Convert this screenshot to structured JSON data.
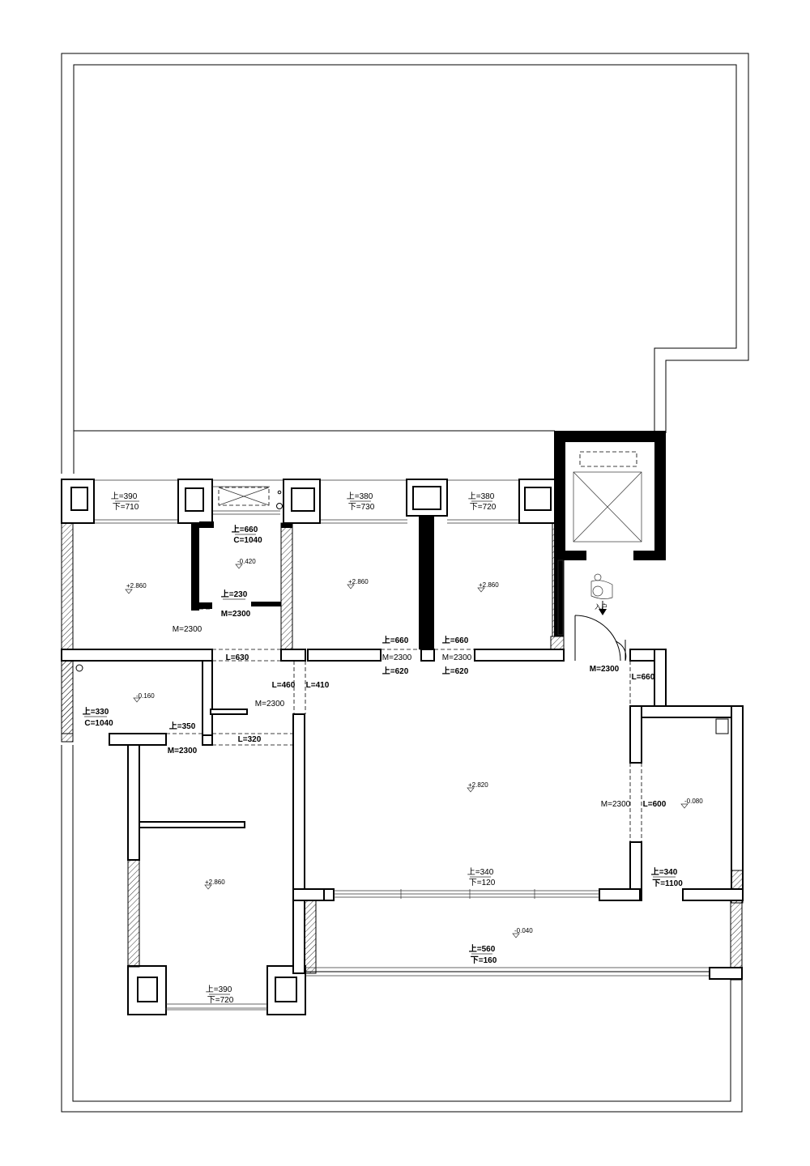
{
  "openings": [
    {
      "id": "w1a",
      "text": "上=390"
    },
    {
      "id": "w1b",
      "text": "下=710"
    },
    {
      "id": "w2a",
      "text": "上=380"
    },
    {
      "id": "w2b",
      "text": "下=730"
    },
    {
      "id": "w3a",
      "text": "上=380"
    },
    {
      "id": "w3b",
      "text": "下=720"
    },
    {
      "id": "w4a",
      "text": "上=660"
    },
    {
      "id": "w4b",
      "text": "C=1040"
    },
    {
      "id": "w5a",
      "text": "上=230"
    },
    {
      "id": "w5b",
      "text": "M=2300"
    },
    {
      "id": "w6",
      "text": "M=2300"
    },
    {
      "id": "w7",
      "text": "L=630"
    },
    {
      "id": "w8a",
      "text": "上=660"
    },
    {
      "id": "w8b",
      "text": "M=2300"
    },
    {
      "id": "w8c",
      "text": "上=620"
    },
    {
      "id": "w9a",
      "text": "上=660"
    },
    {
      "id": "w9b",
      "text": "M=2300"
    },
    {
      "id": "w9c",
      "text": "上=620"
    },
    {
      "id": "w10",
      "text": "M=2300"
    },
    {
      "id": "w11",
      "text": "L=660"
    },
    {
      "id": "w12",
      "text": "L=460"
    },
    {
      "id": "w13",
      "text": "L=410"
    },
    {
      "id": "w14",
      "text": "M=2300"
    },
    {
      "id": "w15a",
      "text": "上=330"
    },
    {
      "id": "w15b",
      "text": "C=1040"
    },
    {
      "id": "w16",
      "text": "上=350"
    },
    {
      "id": "w17",
      "text": "M=2300"
    },
    {
      "id": "w18",
      "text": "L=320"
    },
    {
      "id": "w19",
      "text": "M=2300"
    },
    {
      "id": "w20",
      "text": "L=600"
    },
    {
      "id": "w21a",
      "text": "上=340"
    },
    {
      "id": "w21b",
      "text": "下=120"
    },
    {
      "id": "w22a",
      "text": "上=340"
    },
    {
      "id": "w22b",
      "text": "下=1100"
    },
    {
      "id": "w23a",
      "text": "上=560"
    },
    {
      "id": "w23b",
      "text": "下=160"
    },
    {
      "id": "w24a",
      "text": "上=390"
    },
    {
      "id": "w24b",
      "text": "下=720"
    }
  ],
  "elevations": [
    {
      "id": "e1",
      "text": "+2.860"
    },
    {
      "id": "e2",
      "text": "-0.420"
    },
    {
      "id": "e3",
      "text": "+2.860"
    },
    {
      "id": "e4",
      "text": "+2.860"
    },
    {
      "id": "e5",
      "text": "-0.160"
    },
    {
      "id": "e6",
      "text": "+2.820"
    },
    {
      "id": "e7",
      "text": "-0.080"
    },
    {
      "id": "e8",
      "text": "+2.860"
    },
    {
      "id": "e9",
      "text": "-0.040"
    }
  ],
  "entrance": {
    "text": "入户"
  }
}
